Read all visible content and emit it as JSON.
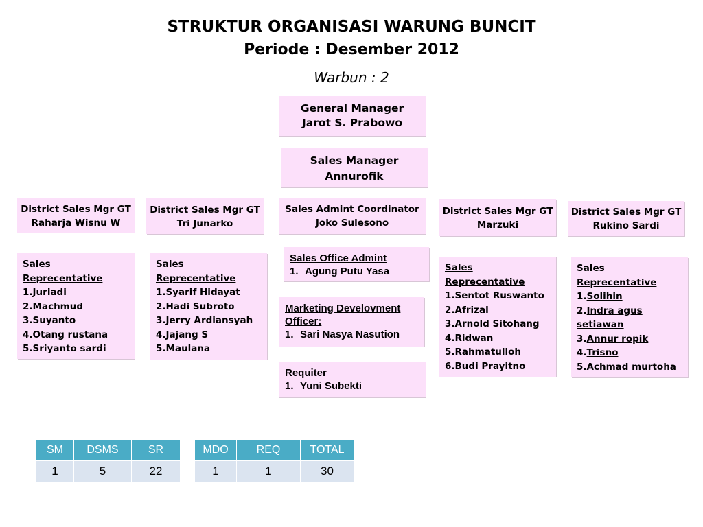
{
  "title": "STRUKTUR ORGANISASI WARUNG BUNCIT",
  "period": "Periode : Desember 2012",
  "warbun": "Warbun : 2",
  "gm": {
    "role": "General Manager",
    "name": "Jarot S. Prabowo"
  },
  "sm": {
    "role": "Sales Manager",
    "name": "Annurofik"
  },
  "dsm1": {
    "role": "District Sales Mgr GT",
    "name": "Raharja Wisnu W",
    "list_head": "Sales Reprecentative",
    "reps": [
      "1.Juriadi",
      "2.Machmud",
      "3.Suyanto",
      "4.Otang rustana",
      "5.Sriyanto sardi"
    ]
  },
  "dsm2": {
    "role": "District Sales Mgr GT",
    "name": "Tri Junarko",
    "list_head": "Sales Reprecentative",
    "reps": [
      "1.Syarif Hidayat",
      "2.Hadi Subroto",
      "3.Jerry Ardiansyah",
      "4.Jajang S",
      "5.Maulana"
    ]
  },
  "coord": {
    "role": "Sales Admint Coordinator",
    "name": "Joko Sulesono"
  },
  "office": {
    "head": "Sales  Office Admint",
    "num": "1.",
    "name": "Agung Putu Yasa"
  },
  "mdo": {
    "head1": "Marketing Develovment",
    "head2": "Officer:",
    "num": "1.",
    "name": "Sari Nasya Nasution"
  },
  "req": {
    "head": "Requiter",
    "num": "1.",
    "name": "Yuni Subekti"
  },
  "dsm3": {
    "role": "District Sales Mgr GT",
    "name": "Marzuki",
    "list_head": "Sales Reprecentative",
    "reps": [
      "1.Sentot Ruswanto",
      "2.Afrizal",
      "3.Arnold Sitohang",
      "4.Ridwan",
      "5.Rahmatulloh",
      "6.Budi Prayitno"
    ]
  },
  "dsm4": {
    "role": "District Sales Mgr GT",
    "name": "Rukino Sardi",
    "list_head": "Sales Reprecentative",
    "reps": [
      {
        "num": "1.",
        "name": "Solihin"
      },
      {
        "num": "2.",
        "name": "Indra agus"
      },
      {
        "num": "",
        "name": "setiawan"
      },
      {
        "num": "3.",
        "name": "Annur ropik"
      },
      {
        "num": "4.",
        "name": "Trisno"
      },
      {
        "num": "5.",
        "name": "Achmad murtoha"
      }
    ]
  },
  "table1": {
    "headers": [
      "SM",
      "DSMS",
      "SR"
    ],
    "values": [
      "1",
      "5",
      "22"
    ]
  },
  "table2": {
    "headers": [
      "MDO",
      "REQ",
      "TOTAL"
    ],
    "values": [
      "1",
      "1",
      "30"
    ]
  },
  "colors": {
    "box": "#fce0fa",
    "table_header": "#4aacc6",
    "table_cell": "#dbe4f0"
  }
}
